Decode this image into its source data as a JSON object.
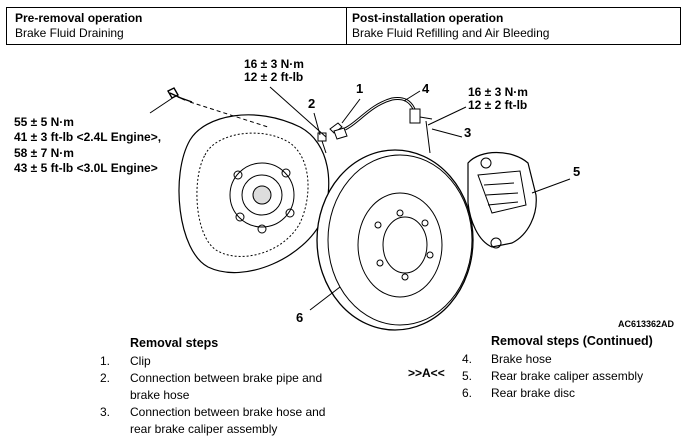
{
  "ops": {
    "pre_heading": "Pre-removal operation",
    "pre_text": "Brake Fluid Draining",
    "post_heading": "Post-installation operation",
    "post_text": "Brake Fluid Refilling and Air Bleeding"
  },
  "torque": {
    "top_nm": "16 ± 3 N·m",
    "top_ftlb": "12 ± 2 ft-lb",
    "right_nm": "16 ± 3 N·m",
    "right_ftlb": "12 ± 2 ft-lb",
    "left_line1": "55 ± 5 N·m",
    "left_line2": "41 ± 3 ft-lb <2.4L Engine>,",
    "left_line3": "58 ± 7 N·m",
    "left_line4": "43 ± 5 ft-lb <3.0L Engine>"
  },
  "callouts": [
    "1",
    "2",
    "3",
    "4",
    "5",
    "6"
  ],
  "figure_code": "AC613362AD",
  "removal_left": {
    "title": "Removal steps",
    "steps": [
      {
        "num": "1.",
        "text": "Clip"
      },
      {
        "num": "2.",
        "text": "Connection between brake pipe and brake hose"
      },
      {
        "num": "3.",
        "text": "Connection between brake hose and rear brake caliper assembly"
      }
    ]
  },
  "removal_right": {
    "title": "Removal steps (Continued)",
    "ref": ">>A<<",
    "steps": [
      {
        "num": "4.",
        "text": "Brake hose"
      },
      {
        "num": "5.",
        "text": "Rear brake caliper assembly"
      },
      {
        "num": "6.",
        "text": "Rear brake disc"
      }
    ]
  }
}
